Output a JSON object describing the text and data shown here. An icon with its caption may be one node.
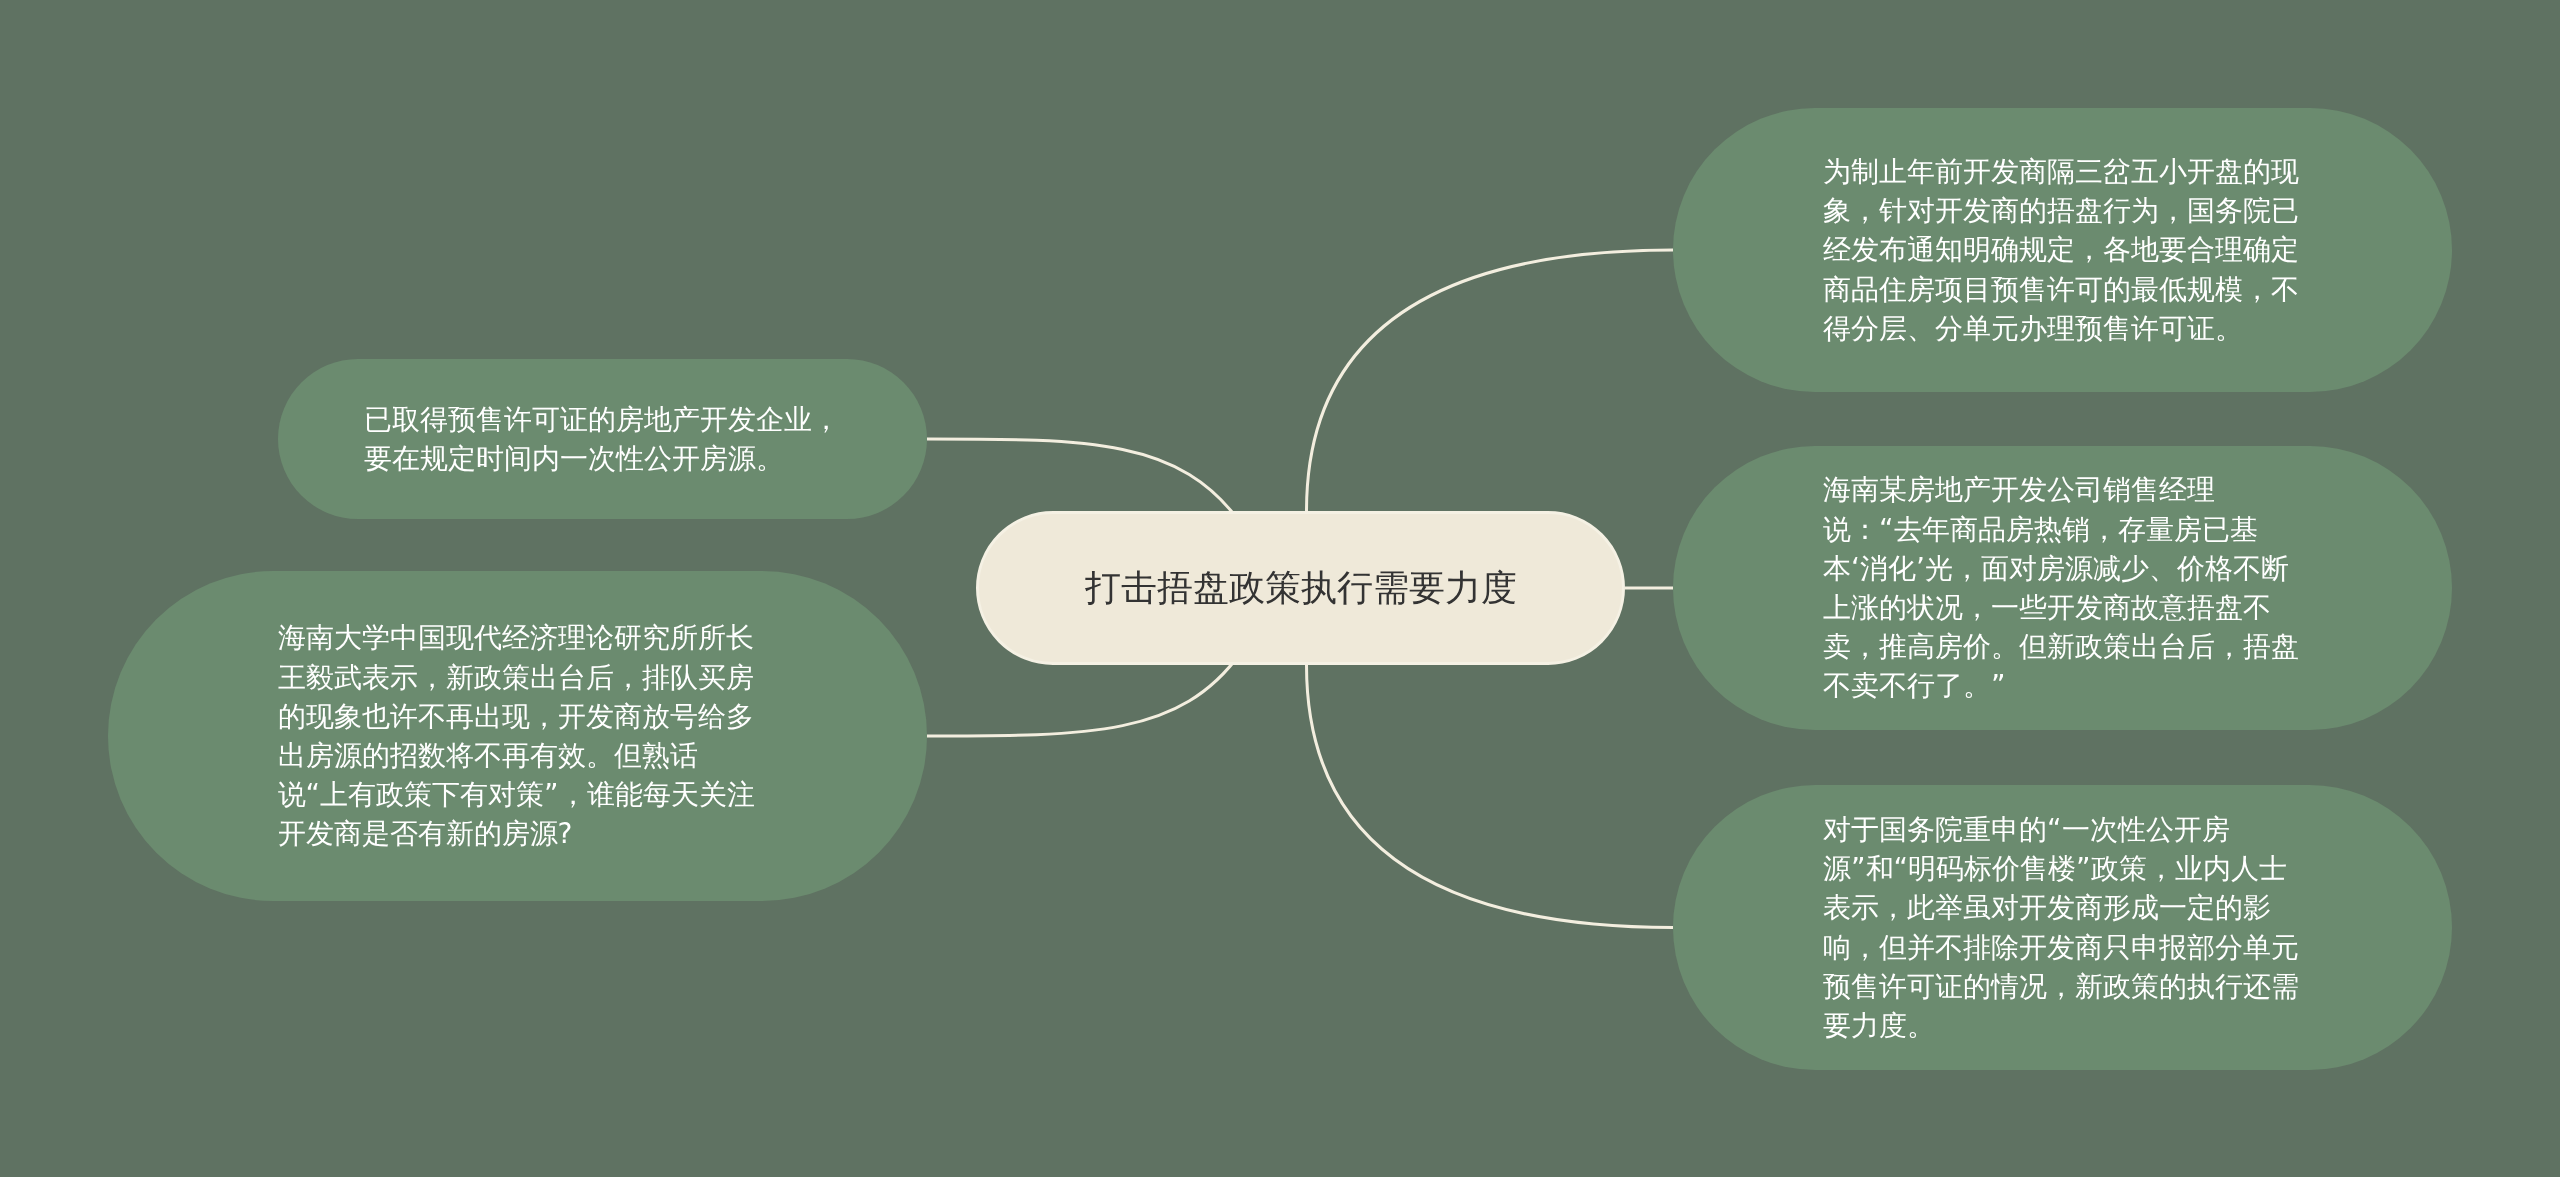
{
  "diagram": {
    "nodes": [
      {
        "text": [
          "打击捂盘政策执行需要力度"
        ]
      },
      {
        "text": [
          "为制止年前开发商隔三岔五小开盘的现象，针对开发商的捂盘行为，国务院已经发布通知明确规定，各地要合理确定商品住房项目预售许可的最低规模，不得分层、分单元办理预售许可证。"
        ]
      },
      {
        "text": [
          "海南某房地产开发公司销售经理说：“去年商品房热销，存量房已基本‘消化’光，面对房源减少、价格不断上涨的状况，一些开发商故意捂盘不卖，推高房价。但新政策出台后，捂盘不卖不行了。”"
        ]
      },
      {
        "text": [
          "对于国务院重申的“一次性公开房源”和“明码标价售楼”政策，业内人士表示，此举虽对开发商形成一定的影响，但并不排除开发商只申报部分单元预售许可证的情况，新政策的执行还需要力度。"
        ]
      },
      {
        "text": [
          "已取得预售许可证的房地产开发企业，要在规定时间内一次性公开房源。"
        ]
      },
      {
        "text": [
          "海南大学中国现代经济理论研究所所长王毅武表示，新政策出台后，排队买房的现象也许不再出现，开发商放号给多出房源的招数将不再有效。但熟话说“上有政策下有对策”，谁能每天关注开发商是否有新的房源?"
        ]
      }
    ],
    "edges": [
      {
        "from": 0,
        "to": 1,
        "arrow": "none"
      },
      {
        "from": 0,
        "to": 2,
        "arrow": "none"
      },
      {
        "from": 0,
        "to": 3,
        "arrow": "none"
      },
      {
        "from": 0,
        "to": 4,
        "arrow": "none"
      },
      {
        "from": 0,
        "to": 5,
        "arrow": "none"
      }
    ]
  }
}
